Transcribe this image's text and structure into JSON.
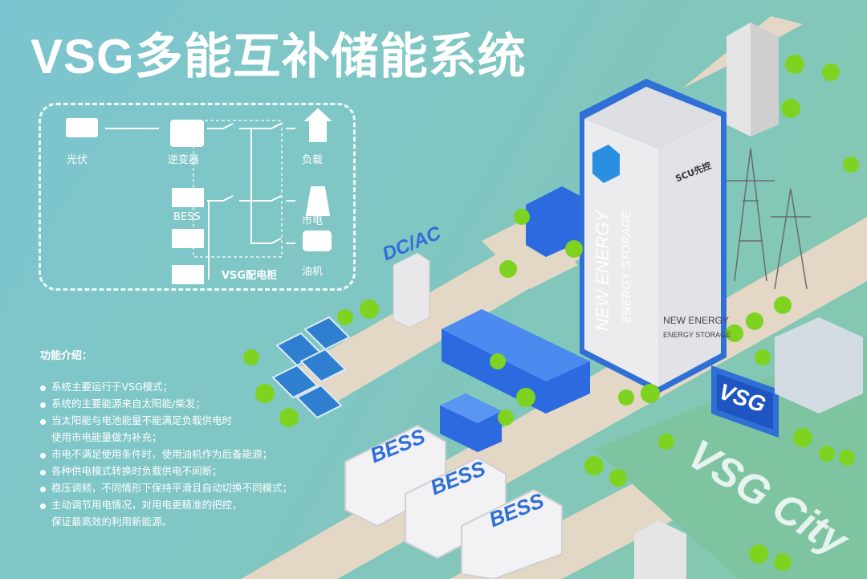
{
  "title": "VSG多能互补储能系统",
  "diagram": {
    "pv": "光伏",
    "inverter": "逆变器",
    "load": "负载",
    "bess": "BESS",
    "grid": "市电",
    "generator": "油机",
    "cabinet": "VSG配电柜"
  },
  "features": {
    "heading": "功能介绍：",
    "items": [
      {
        "line1": "系统主要运行于VSG模式；"
      },
      {
        "line1": "系统的主要能源来自太阳能/柴发；"
      },
      {
        "line1": "当太阳能与电池能量不能满足负载供电时",
        "line2": "使用市电能量做为补充；"
      },
      {
        "line1": "市电不满足使用条件时，使用油机作为后备能源；"
      },
      {
        "line1": "各种供电模式转换时负载供电不间断；"
      },
      {
        "line1": "稳压调频，不同情形下保持平滑且自动切换不同模式；"
      },
      {
        "line1": "主动调节用电情况，对用电更精准的把控，",
        "line2": "保证最高效的利用新能源。"
      }
    ]
  },
  "scene": {
    "dcac": "DC/AC",
    "bess_labels": [
      "BESS",
      "BESS",
      "BESS"
    ],
    "vsg_sign": "VSG",
    "city": "VSG City",
    "cabinet_side_1": "NEW ENERGY",
    "cabinet_side_2": "ENERGY STORAGE",
    "cabinet_front_1": "NEW ENERGY",
    "cabinet_front_2": "ENERGY STORAGE",
    "brand_logo": "SCU先控"
  },
  "colors": {
    "accent_blue": "#2f6fd6",
    "tree": "#7ed321",
    "road": "#ecd9c6"
  }
}
